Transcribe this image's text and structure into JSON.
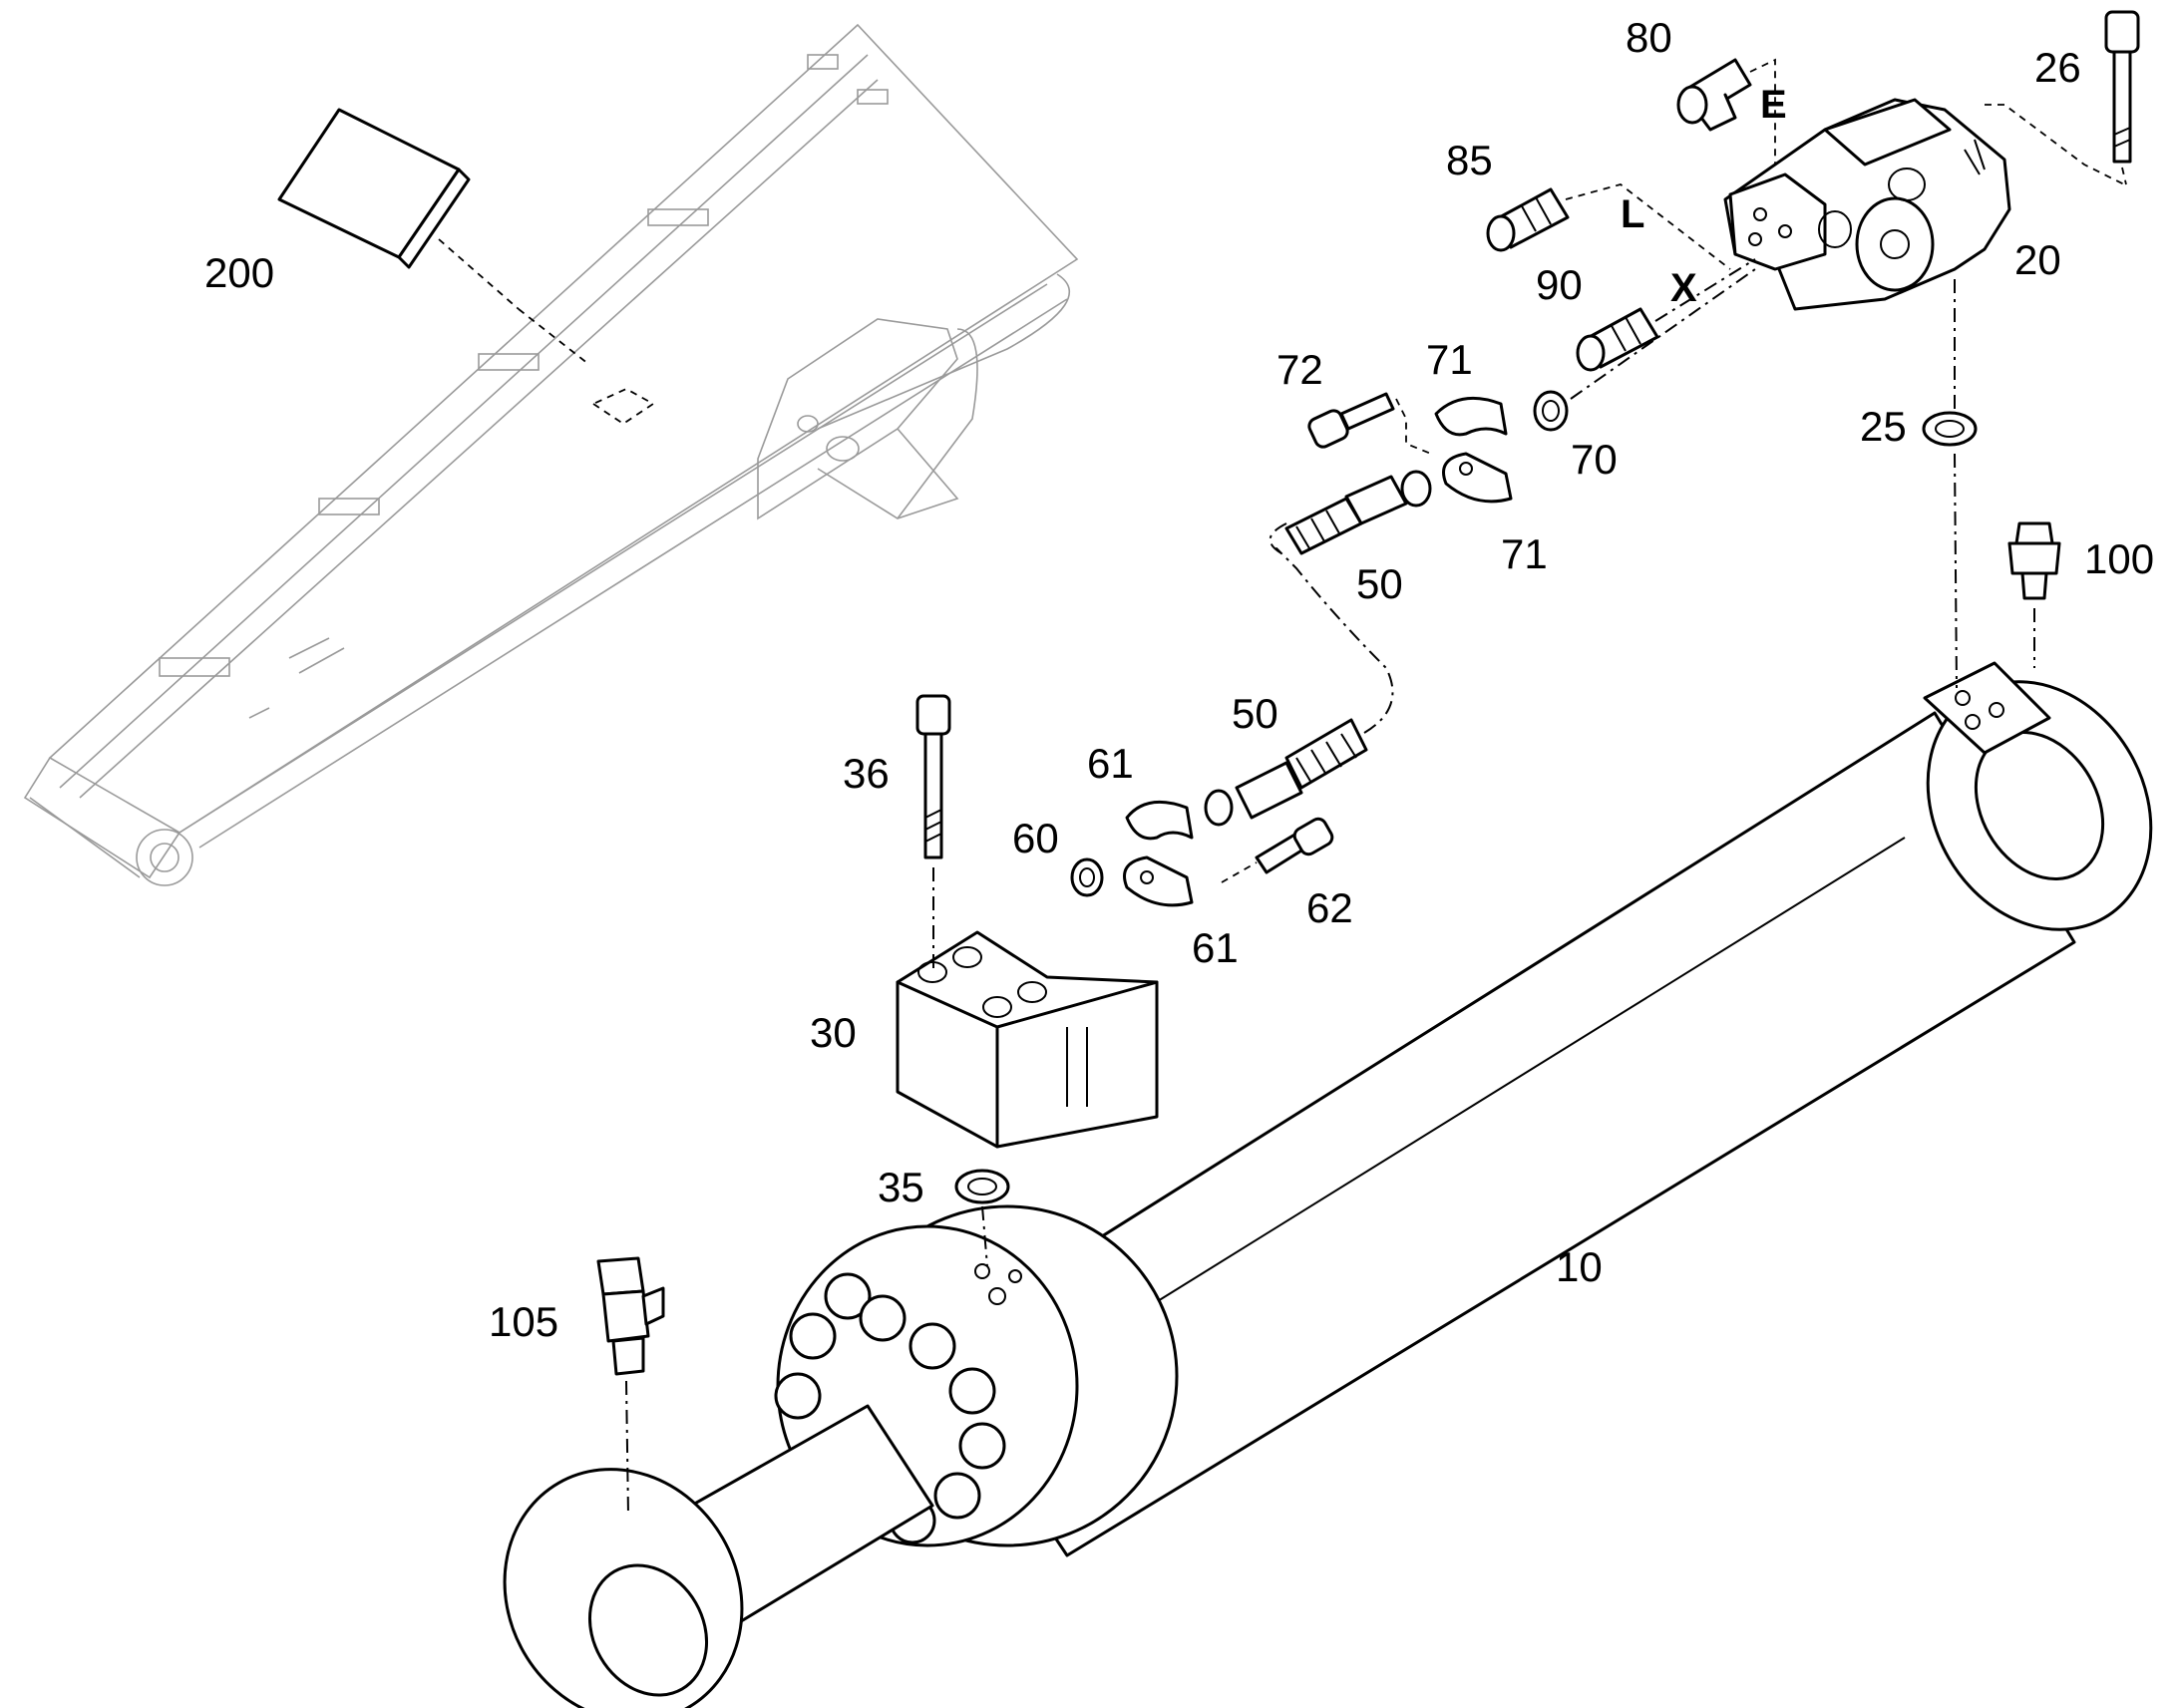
{
  "diagram": {
    "callouts": {
      "c10": "10",
      "c20": "20",
      "c25": "25",
      "c26": "26",
      "c30": "30",
      "c35": "35",
      "c36": "36",
      "c50a": "50",
      "c50b": "50",
      "c60": "60",
      "c61a": "61",
      "c61b": "61",
      "c62": "62",
      "c70": "70",
      "c71a": "71",
      "c71b": "71",
      "c72": "72",
      "c80": "80",
      "c85": "85",
      "c90": "90",
      "c100": "100",
      "c105": "105",
      "c200": "200"
    },
    "ports": {
      "E": "E",
      "L": "L",
      "X": "X"
    },
    "colors": {
      "ink": "#000000",
      "background": "#ffffff",
      "boom_outline": "#9a9a9a"
    }
  }
}
